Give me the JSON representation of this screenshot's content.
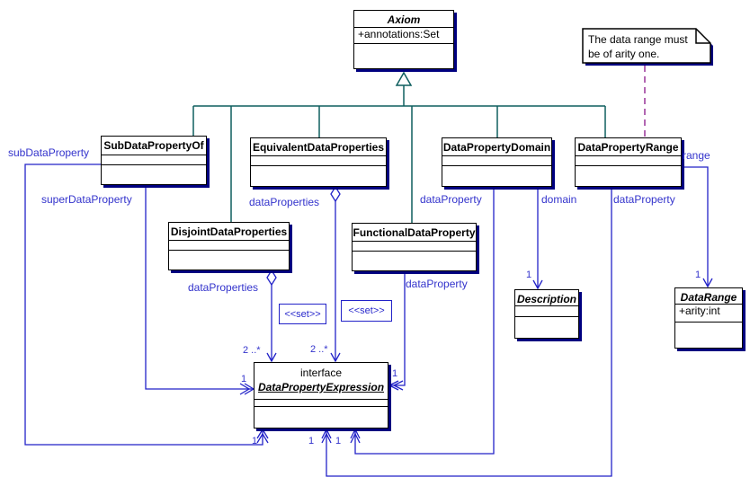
{
  "colors": {
    "association_blue": "#2222C8",
    "label_blue": "#3333CC",
    "inheritance_teal": "#0F5F5F",
    "note_link_purple": "#993399",
    "shadow_navy": "#000080",
    "box_border_black": "#000000",
    "background": "#FFFFFF"
  },
  "note": {
    "line1": "The data range must",
    "line2": "be of arity one."
  },
  "classes": {
    "axiom": {
      "name": "Axiom",
      "attribute": "+annotations:Set"
    },
    "subDataPropertyOf": {
      "name": "SubDataPropertyOf"
    },
    "equivalentDataProperties": {
      "name": "EquivalentDataProperties"
    },
    "dataPropertyDomain": {
      "name": "DataPropertyDomain"
    },
    "dataPropertyRange": {
      "name": "DataPropertyRange"
    },
    "disjointDataProperties": {
      "name": "DisjointDataProperties"
    },
    "functionalDataProperty": {
      "name": "FunctionalDataProperty"
    },
    "description": {
      "name": "Description"
    },
    "dataRange": {
      "name": "DataRange",
      "attribute": "+arity:int"
    },
    "dataPropertyExpression": {
      "stereotype": "interface",
      "name": "DataPropertyExpression"
    }
  },
  "roles": {
    "subDataProperty": "subDataProperty",
    "superDataProperty": "superDataProperty",
    "dataProperties": "dataProperties",
    "dataProperty": "dataProperty",
    "domain": "domain",
    "range": "range"
  },
  "stereotypes": {
    "set": "<<set>>"
  },
  "multiplicities": {
    "one": "1",
    "two_to_many": "2 ..*"
  }
}
